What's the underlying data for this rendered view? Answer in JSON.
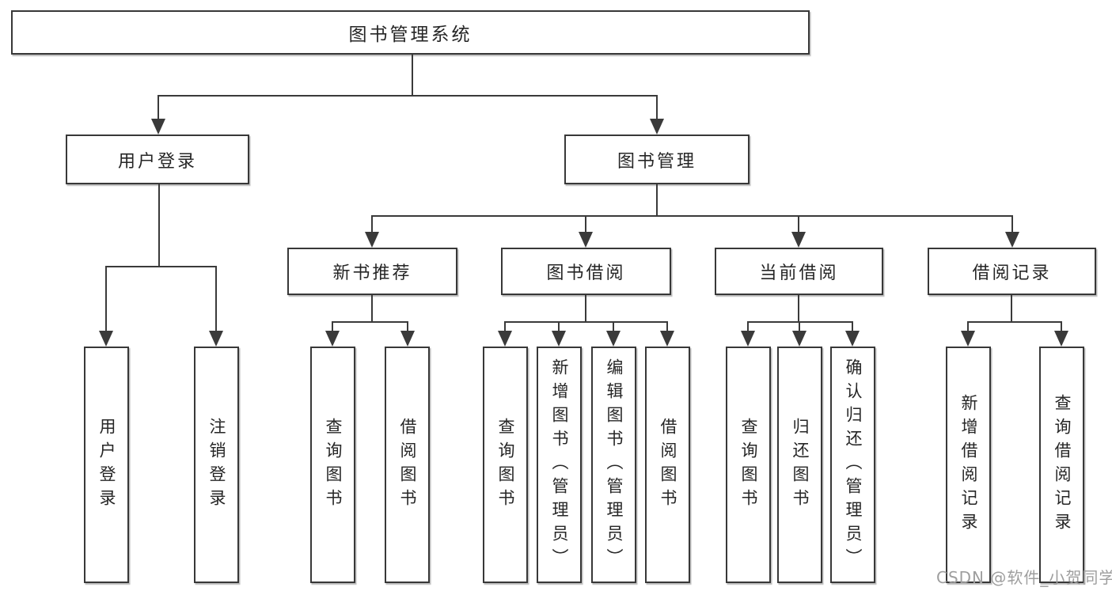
{
  "colors": {
    "background": "#ffffff",
    "line": "#3a3a3a",
    "box_border": "#383838",
    "box_fill": "#ffffff",
    "text": "#262626",
    "watermark": "#9e9e9e"
  },
  "diagram": {
    "root": {
      "label": "图书管理系统"
    },
    "user_login_branch": {
      "label": "用户登录",
      "children": [
        {
          "label": "用户登录"
        },
        {
          "label": "注销登录"
        }
      ]
    },
    "book_management_branch": {
      "label": "图书管理",
      "sections": [
        {
          "label": "新书推荐",
          "children": [
            {
              "label": "查询图书"
            },
            {
              "label": "借阅图书"
            }
          ]
        },
        {
          "label": "图书借阅",
          "children": [
            {
              "label": "查询图书"
            },
            {
              "label": "新增图书（管理员）"
            },
            {
              "label": "编辑图书（管理员）"
            },
            {
              "label": "借阅图书"
            }
          ]
        },
        {
          "label": "当前借阅",
          "children": [
            {
              "label": "查询图书"
            },
            {
              "label": "归还图书"
            },
            {
              "label": "确认归还（管理员）"
            }
          ]
        },
        {
          "label": "借阅记录",
          "children": [
            {
              "label": "新增借阅记录"
            },
            {
              "label": "查询借阅记录"
            }
          ]
        }
      ]
    }
  },
  "watermark": {
    "text": "CSDN @软件_小贺同学"
  }
}
